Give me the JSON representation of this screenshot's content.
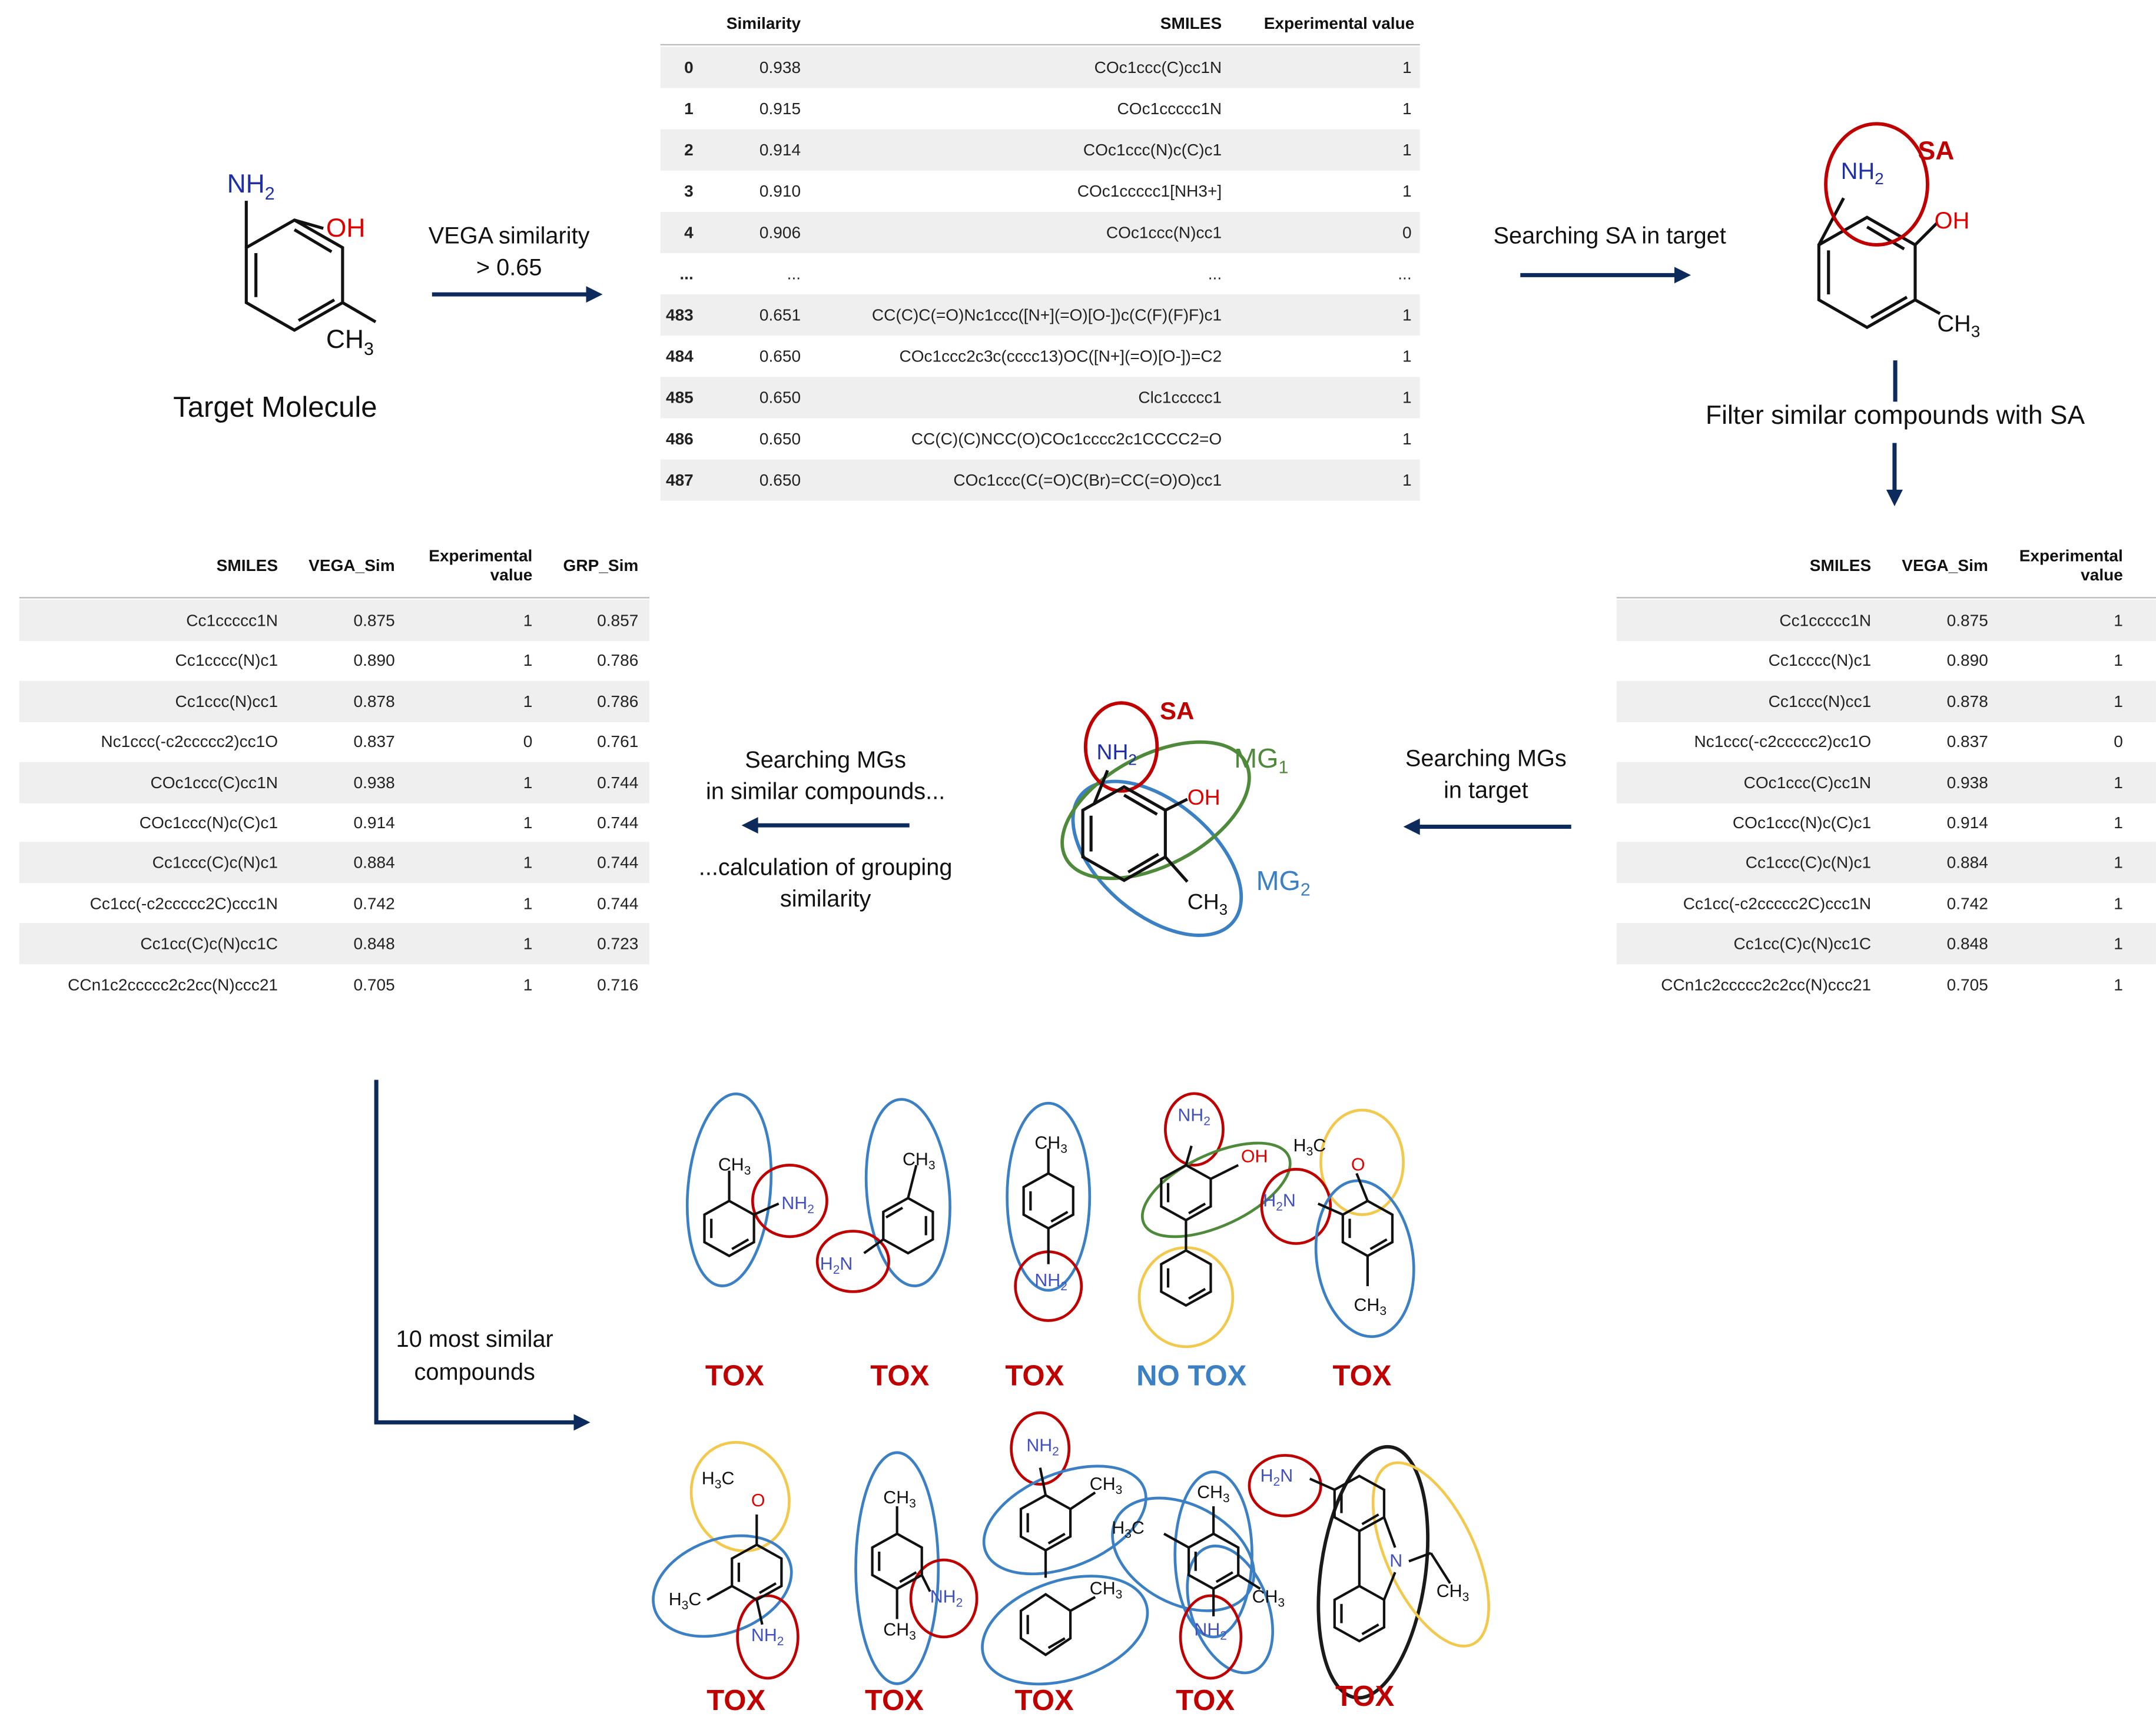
{
  "colors": {
    "arrow": "#0d2a5c",
    "sa_red": "#c00000",
    "mg1_green": "#4e8a3a",
    "mg2_blue": "#3b7fc4",
    "mg_yellow": "#f2c94c",
    "nh_blue": "#1f2fa8",
    "oh_red": "#e00000",
    "tox_red": "#c00000",
    "notox_blue": "#3b7fc4",
    "row_shade": "#efefef"
  },
  "target": {
    "caption": "Target Molecule",
    "labels": {
      "nh2": "NH",
      "sub2": "2",
      "oh": "OH",
      "ch3": "CH",
      "sub3": "3"
    }
  },
  "steps": {
    "vega_similarity": [
      "VEGA similarity",
      "> 0.65"
    ],
    "search_sa": "Searching SA in target",
    "filter": "Filter similar compounds with SA",
    "search_mgs_target": [
      "Searching MGs",
      "in target"
    ],
    "search_mgs_similar": [
      "Searching MGs",
      "in similar compounds...",
      "...calculation of grouping",
      "similarity"
    ],
    "top10": [
      "10 most similar",
      "compounds"
    ]
  },
  "sa_molecule": {
    "sa_label": "SA"
  },
  "mg_molecule": {
    "sa_label": "SA",
    "mg1": "MG",
    "mg1_sub": "1",
    "mg2": "MG",
    "mg2_sub": "2"
  },
  "table1": {
    "headers": {
      "similarity": "Similarity",
      "smiles": "SMILES",
      "exp": "Experimental value"
    },
    "rows": [
      {
        "idx": "0",
        "sim": "0.938",
        "smiles": "COc1ccc(C)cc1N",
        "exp": "1"
      },
      {
        "idx": "1",
        "sim": "0.915",
        "smiles": "COc1ccccc1N",
        "exp": "1"
      },
      {
        "idx": "2",
        "sim": "0.914",
        "smiles": "COc1ccc(N)c(C)c1",
        "exp": "1"
      },
      {
        "idx": "3",
        "sim": "0.910",
        "smiles": "COc1ccccc1[NH3+]",
        "exp": "1"
      },
      {
        "idx": "4",
        "sim": "0.906",
        "smiles": "COc1ccc(N)cc1",
        "exp": "0"
      },
      {
        "idx": "...",
        "sim": "...",
        "smiles": "...",
        "exp": "..."
      },
      {
        "idx": "483",
        "sim": "0.651",
        "smiles": "CC(C)C(=O)Nc1ccc([N+](=O)[O-])c(C(F)(F)F)c1",
        "exp": "1"
      },
      {
        "idx": "484",
        "sim": "0.650",
        "smiles": "COc1ccc2c3c(cccc13)OC([N+](=O)[O-])=C2",
        "exp": "1"
      },
      {
        "idx": "485",
        "sim": "0.650",
        "smiles": "Clc1ccccc1",
        "exp": "1"
      },
      {
        "idx": "486",
        "sim": "0.650",
        "smiles": "CC(C)(C)NCC(O)COc1cccc2c1CCCC2=O",
        "exp": "1"
      },
      {
        "idx": "487",
        "sim": "0.650",
        "smiles": "COc1ccc(C(=O)C(Br)=CC(=O)O)cc1",
        "exp": "1"
      }
    ]
  },
  "table2": {
    "headers": {
      "smiles": "SMILES",
      "vega": "VEGA_Sim",
      "exp1": "Experimental",
      "exp2": "value"
    },
    "rows": [
      {
        "smiles": "Cc1ccccc1N",
        "vega": "0.875",
        "exp": "1"
      },
      {
        "smiles": "Cc1cccc(N)c1",
        "vega": "0.890",
        "exp": "1"
      },
      {
        "smiles": "Cc1ccc(N)cc1",
        "vega": "0.878",
        "exp": "1"
      },
      {
        "smiles": "Nc1ccc(-c2ccccc2)cc1O",
        "vega": "0.837",
        "exp": "0"
      },
      {
        "smiles": "COc1ccc(C)cc1N",
        "vega": "0.938",
        "exp": "1"
      },
      {
        "smiles": "COc1ccc(N)c(C)c1",
        "vega": "0.914",
        "exp": "1"
      },
      {
        "smiles": "Cc1ccc(C)c(N)c1",
        "vega": "0.884",
        "exp": "1"
      },
      {
        "smiles": "Cc1cc(-c2ccccc2C)ccc1N",
        "vega": "0.742",
        "exp": "1"
      },
      {
        "smiles": "Cc1cc(C)c(N)cc1C",
        "vega": "0.848",
        "exp": "1"
      },
      {
        "smiles": "CCn1c2ccccc2c2cc(N)ccc21",
        "vega": "0.705",
        "exp": "1"
      }
    ]
  },
  "table3": {
    "headers": {
      "smiles": "SMILES",
      "vega": "VEGA_Sim",
      "exp1": "Experimental",
      "exp2": "value",
      "grp": "GRP_Sim"
    },
    "rows": [
      {
        "smiles": "Cc1ccccc1N",
        "vega": "0.875",
        "exp": "1",
        "grp": "0.857"
      },
      {
        "smiles": "Cc1cccc(N)c1",
        "vega": "0.890",
        "exp": "1",
        "grp": "0.786"
      },
      {
        "smiles": "Cc1ccc(N)cc1",
        "vega": "0.878",
        "exp": "1",
        "grp": "0.786"
      },
      {
        "smiles": "Nc1ccc(-c2ccccc2)cc1O",
        "vega": "0.837",
        "exp": "0",
        "grp": "0.761"
      },
      {
        "smiles": "COc1ccc(C)cc1N",
        "vega": "0.938",
        "exp": "1",
        "grp": "0.744"
      },
      {
        "smiles": "COc1ccc(N)c(C)c1",
        "vega": "0.914",
        "exp": "1",
        "grp": "0.744"
      },
      {
        "smiles": "Cc1ccc(C)c(N)c1",
        "vega": "0.884",
        "exp": "1",
        "grp": "0.744"
      },
      {
        "smiles": "Cc1cc(-c2ccccc2C)ccc1N",
        "vega": "0.742",
        "exp": "1",
        "grp": "0.744"
      },
      {
        "smiles": "Cc1cc(C)c(N)cc1C",
        "vega": "0.848",
        "exp": "1",
        "grp": "0.723"
      },
      {
        "smiles": "CCn1c2ccccc2c2cc(N)ccc21",
        "vega": "0.705",
        "exp": "1",
        "grp": "0.716"
      }
    ]
  },
  "compounds": {
    "outcomes": [
      "TOX",
      "TOX",
      "TOX",
      "NO TOX",
      "TOX",
      "TOX",
      "TOX",
      "TOX",
      "TOX",
      "TOX"
    ],
    "group_labels": {
      "nh2": "NH",
      "h2n": "H",
      "n_sub": "2",
      "n_after": "N",
      "ch3": "CH",
      "h3c": "H",
      "c_sub": "3",
      "c_after": "C",
      "oh": "OH",
      "o": "O",
      "n": "N"
    }
  }
}
